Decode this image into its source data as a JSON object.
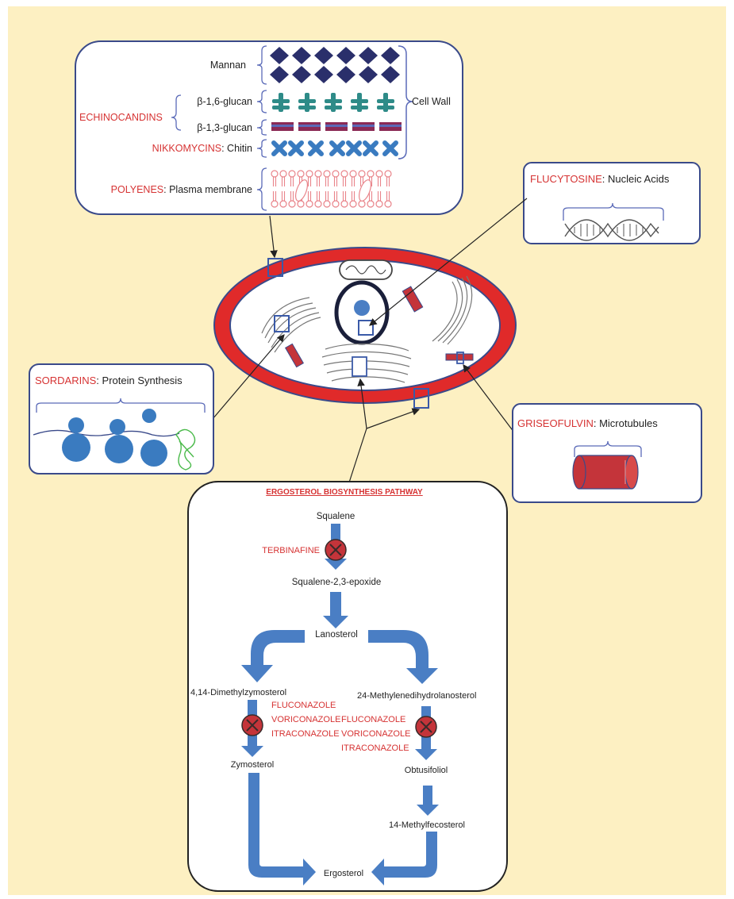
{
  "colors": {
    "background": "#fdf0c2",
    "drug_red": "#d63333",
    "panel_border": "#3a4a8a",
    "arrow_blue": "#4a7ec4",
    "mannan": "#2a2f6b",
    "glucan16": "#2e8b88",
    "glucan13": "#8b2a55",
    "chitin": "#3a7bc0",
    "membrane": "#e9848a",
    "cell_wall": "#e02a2a"
  },
  "cell_wall_panel": {
    "mannan": "Mannan",
    "beta16": "β-1,6-glucan",
    "beta13": "β-1,3-glucan",
    "cell_wall": "Cell Wall",
    "echinocandins": "ECHINOCANDINS",
    "nikkomycins": "NIKKOMYCINS",
    "chitin": ": Chitin",
    "polyenes": "POLYENES",
    "plasma_membrane": ": Plasma membrane"
  },
  "flucytosine_panel": {
    "drug": "FLUCYTOSINE",
    "target": ": Nucleic Acids"
  },
  "sordarins_panel": {
    "drug": "SORDARINS",
    "target": ": Protein Synthesis"
  },
  "griseofulvin_panel": {
    "drug": "GRISEOFULVIN",
    "target": ": Microtubules"
  },
  "pathway": {
    "title": "ERGOSTEROL BIOSYNTHESIS PATHWAY",
    "squalene": "Squalene",
    "terbinafine": "TERBINAFINE",
    "epoxide": "Squalene-2,3-epoxide",
    "lanosterol": "Lanosterol",
    "dimethyl": "4,14-Dimethylzymosterol",
    "methylene": "24-Methylenedihydrolanosterol",
    "azoles_left": [
      "FLUCONAZOLE",
      "VORICONAZOLE",
      "ITRACONAZOLE"
    ],
    "azoles_right": [
      "FLUCONAZOLE",
      "VORICONAZOLE",
      "ITRACONAZOLE"
    ],
    "zymosterol": "Zymosterol",
    "obtusifoliol": "Obtusifoliol",
    "methylfecosterol": "14-Methylfecosterol",
    "ergosterol": "Ergosterol"
  }
}
